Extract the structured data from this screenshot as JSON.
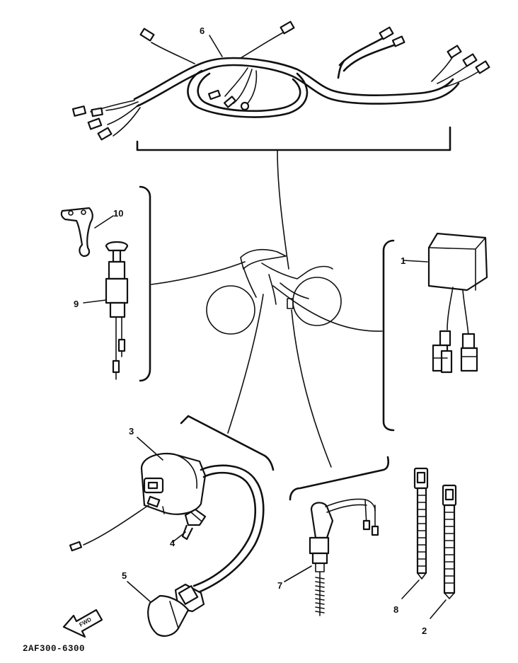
{
  "diagram": {
    "code": "2AF300-6300",
    "direction_marker": "FWD",
    "callouts": [
      "1",
      "2",
      "3",
      "4",
      "5",
      "6",
      "7",
      "8",
      "9",
      "10"
    ]
  }
}
